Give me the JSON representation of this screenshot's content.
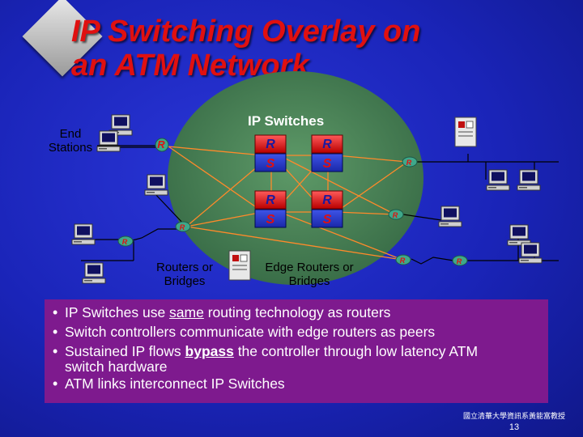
{
  "title_line1": "IP Switching Overlay on",
  "title_line2": "an ATM Network",
  "labels": {
    "ip_switches": "IP Switches",
    "end_stations_line1": "End",
    "end_stations_line2": "Stations",
    "routers_or_bridges_line1": "Routers or",
    "routers_or_bridges_line2": "Bridges",
    "edge_routers_line1": "Edge Routers or",
    "edge_routers_line2": "Bridges"
  },
  "switch_letters": {
    "router": "R",
    "switch": "S"
  },
  "bullets": {
    "b1_pre": "IP Switches use ",
    "b1_u": "same",
    "b1_post": " routing technology as routers",
    "b2": "Switch controllers communicate with edge routers as peers",
    "b3_pre": "Sustained IP flows ",
    "b3_b": "bypass",
    "b3_post": " the controller through low  latency ATM",
    "b3_cont": "switch hardware",
    "b4": "ATM links interconnect IP Switches"
  },
  "footer": {
    "credit": "國立清華大學資訊系黃能富教授",
    "page": "13"
  },
  "colors": {
    "title": "#e01010",
    "cloud": "#4e8a5a",
    "bullet_box": "#7e1a8e",
    "link": "#ff8a2a",
    "router_disk": "#3fa88a"
  }
}
